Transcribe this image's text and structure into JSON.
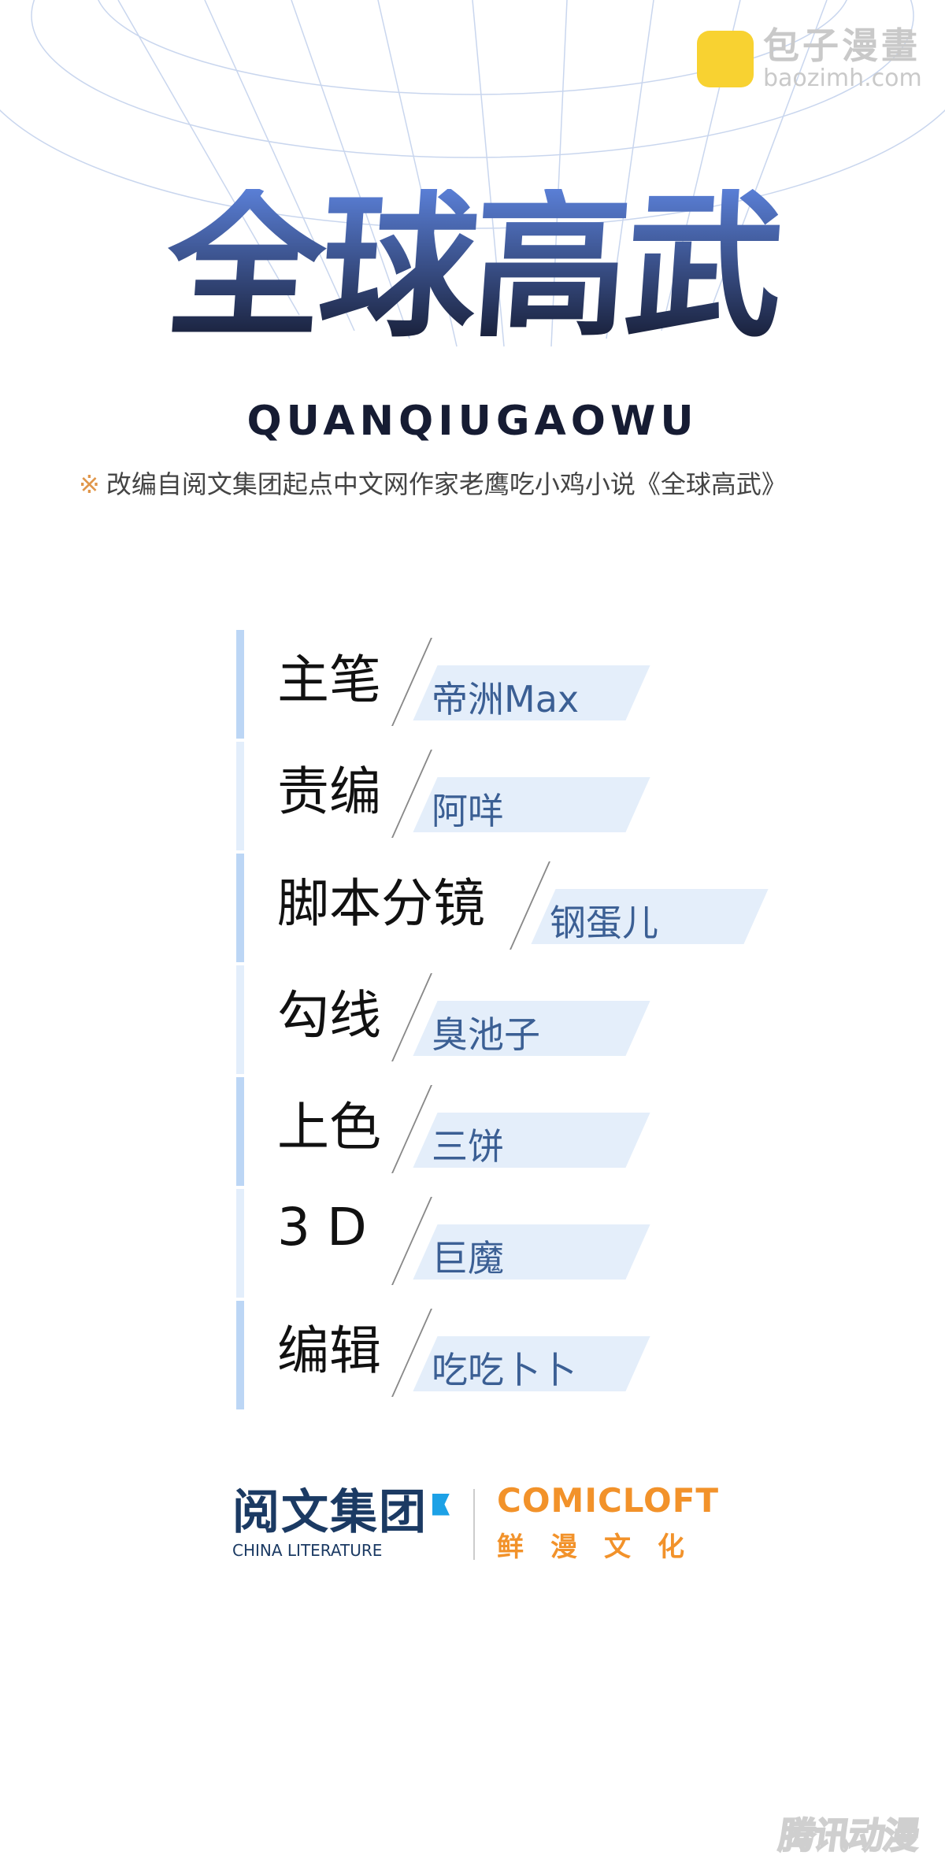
{
  "watermark": {
    "cn": "包子漫畫",
    "en": "baozimh.com",
    "icon": "bun-mascot-icon"
  },
  "title": {
    "cn": "全球高武",
    "pinyin": "QUANQIUGAOWU"
  },
  "subtitle": {
    "mark": "※",
    "text": "改编自阅文集团起点中文网作家老鹰吃小鸡小说《全球高武》"
  },
  "credits": [
    {
      "role": "主笔",
      "name": "帝洲Max"
    },
    {
      "role": "责编",
      "name": "阿咩"
    },
    {
      "role": "脚本分镜",
      "name": "钢蛋儿"
    },
    {
      "role": "勾线",
      "name": "臭池子"
    },
    {
      "role": "上色",
      "name": "三饼"
    },
    {
      "role": "3 D",
      "name": "巨魔"
    },
    {
      "role": "编辑",
      "name": "吃吃卜卜"
    }
  ],
  "logos": {
    "china_literature": {
      "cn": "阅文集团",
      "en": "CHINA LITERATURE"
    },
    "comicloft": {
      "en": "COMICLOFT",
      "cn": "鲜漫文化"
    }
  },
  "footer_watermark": "腾讯动漫",
  "colors": {
    "bar_dark": "#bcd6f5",
    "bar_light": "#e3eefb",
    "name": "#3b5f94",
    "accent_orange": "#f2922a"
  }
}
